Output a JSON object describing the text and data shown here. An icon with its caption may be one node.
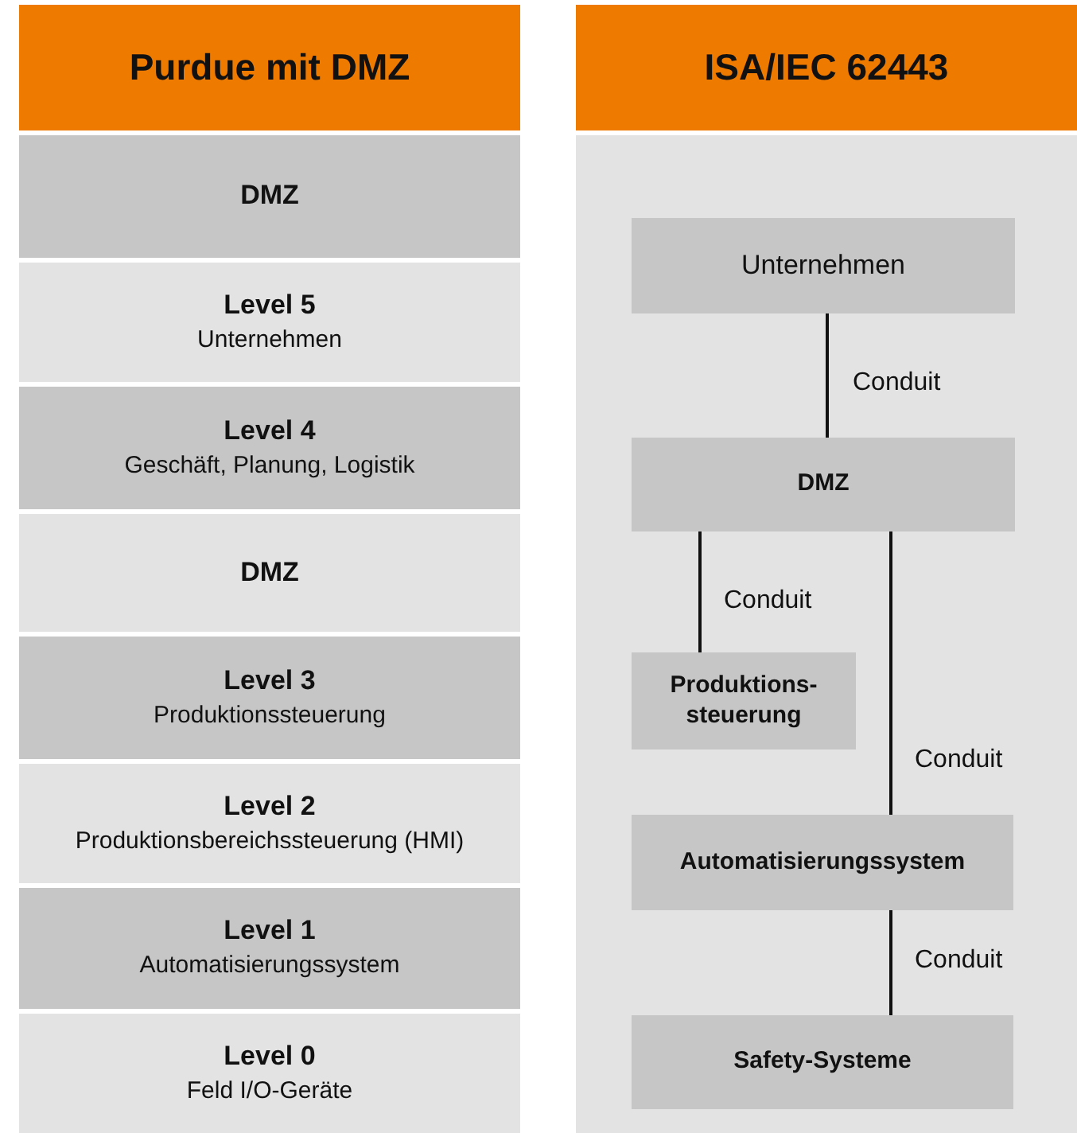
{
  "diagram": {
    "nodes": [
      {
        "text": [
          "Purdue mit DMZ"
        ]
      },
      {
        "text": [
          "DMZ"
        ]
      },
      {
        "text": [
          "Level 5",
          "Unternehmen"
        ]
      },
      {
        "text": [
          "Level 4",
          "Geschäft, Planung, Logistik"
        ]
      },
      {
        "text": [
          "DMZ"
        ]
      },
      {
        "text": [
          "Level 3",
          "Produktionssteuerung"
        ]
      },
      {
        "text": [
          "Level 2",
          "Produktionsbereichssteuerung (HMI)"
        ]
      },
      {
        "text": [
          "Level 1",
          "Automatisierungssystem"
        ]
      },
      {
        "text": [
          "Level 0",
          "Feld I/O-Geräte"
        ]
      },
      {
        "text": [
          "ISA/IEC 62443"
        ]
      },
      {
        "text": [],
        "shape": "box"
      },
      {
        "text": [
          "Unternehmen"
        ],
        "in": 10
      },
      {
        "text": [
          "DMZ"
        ],
        "in": 10
      },
      {
        "text": [
          "Produktions- steuerung"
        ],
        "in": 10
      },
      {
        "text": [
          "Automatisierungssystem"
        ],
        "in": 10
      },
      {
        "text": [
          "Safety-Systeme"
        ],
        "in": 10
      }
    ],
    "edges": [
      {
        "from": 11,
        "to": 12,
        "arrow": "none",
        "label": "Conduit"
      },
      {
        "from": 12,
        "to": 13,
        "arrow": "none",
        "label": "Conduit"
      },
      {
        "from": 12,
        "to": 14,
        "arrow": "none",
        "label": "Conduit"
      },
      {
        "from": 14,
        "to": 15,
        "arrow": "none",
        "label": "Conduit"
      }
    ]
  }
}
